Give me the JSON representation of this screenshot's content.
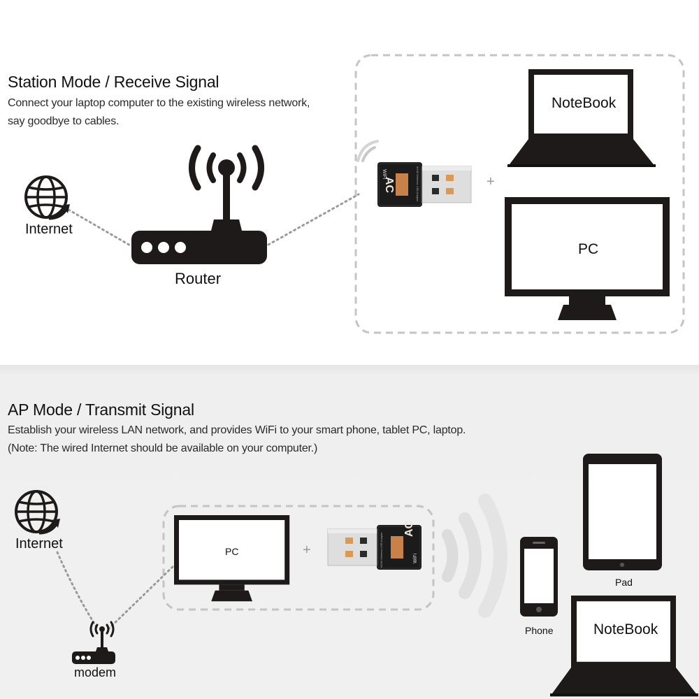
{
  "station": {
    "title": "Station Mode / Receive Signal",
    "desc_line1": "Connect your laptop computer to the existing wireless network,",
    "desc_line2": "say goodbye to cables.",
    "internet_label": "Internet",
    "router_label": "Router",
    "notebook_label": "NoteBook",
    "pc_label": "PC",
    "plus": "+",
    "adapter_brand": "AC",
    "adapter_wifi": "WiFi",
    "adapter_text": "600M Wireless USB Adapter"
  },
  "ap": {
    "title": "AP Mode / Transmit Signal",
    "desc_line1": "Establish your wireless LAN network, and provides WiFi to your smart phone, tablet PC, laptop.",
    "desc_line2": "(Note: The wired Internet should be available on your computer.)",
    "internet_label": "Internet",
    "modem_label": "modem",
    "pc_label": "PC",
    "plus": "+",
    "phone_label": "Phone",
    "pad_label": "Pad",
    "notebook_label": "NoteBook",
    "adapter_brand": "AC",
    "adapter_wifi": "WiFi",
    "adapter_text": "600M Wireless USB Adapter"
  },
  "colors": {
    "icon": "#1e1a1a",
    "dotted_line": "#9a9a9a",
    "dashed_box": "#c4c4c4",
    "usb_metal": "#d9d9d9",
    "usb_contact": "#d89a55",
    "adapter_label": "#c9814a",
    "bottom_bg": "#efefef"
  }
}
